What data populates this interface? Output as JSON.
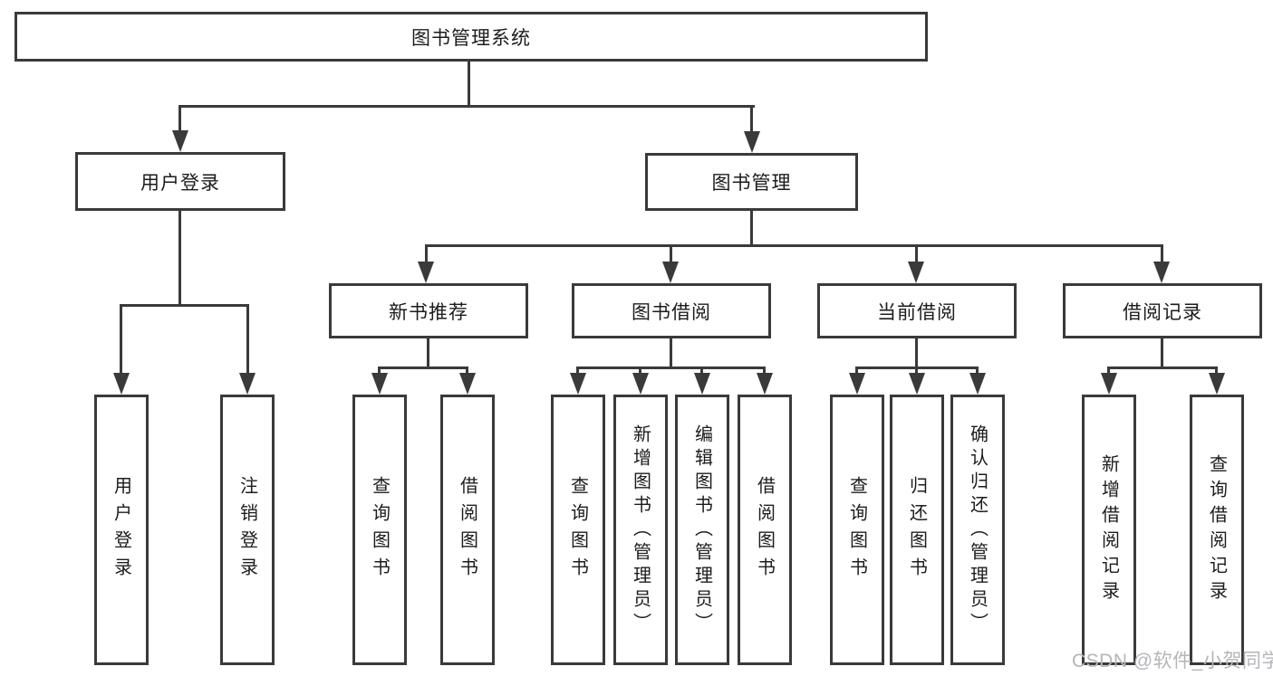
{
  "diagram": {
    "title": "图书管理系统",
    "colors": {
      "line": "#3a3a3a",
      "text": "#1c1c1c",
      "background": "#ffffff",
      "watermark": "#b5b5ba"
    },
    "nodes": {
      "root": "图书管理系统",
      "user_login": "用户登录",
      "book_mgmt": "图书管理",
      "new_book_rec": "新书推荐",
      "book_borrow": "图书借阅",
      "current_borrow": "当前借阅",
      "borrow_records": "借阅记录",
      "leaves": {
        "login": [
          "用户登录",
          "注销登录"
        ],
        "new_book": [
          "查询图书",
          "借阅图书"
        ],
        "borrow": [
          "查询图书",
          "新增图书（管理员）",
          "编辑图书（管理员）",
          "借阅图书"
        ],
        "current": [
          "查询图书",
          "归还图书",
          "确认归还（管理员）"
        ],
        "records": [
          "新增借阅记录",
          "查询借阅记录"
        ]
      }
    },
    "watermark": "CSDN @软件_小贺同学"
  }
}
